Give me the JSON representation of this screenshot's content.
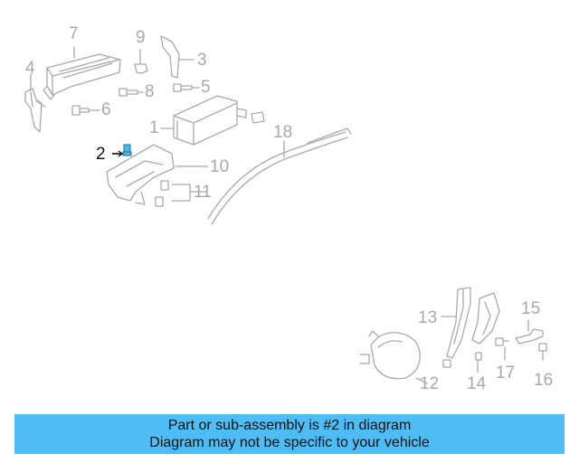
{
  "diagram": {
    "highlight_color": "#4fb8e8",
    "part_color": "#a9a9a9",
    "callouts": {
      "c1": "1",
      "c2": "2",
      "c3": "3",
      "c4": "4",
      "c5": "5",
      "c6": "6",
      "c7": "7",
      "c8": "8",
      "c9": "9",
      "c10": "10",
      "c11": "11",
      "c12": "12",
      "c13": "13",
      "c14": "14",
      "c15": "15",
      "c16": "16",
      "c17": "17",
      "c18": "18"
    },
    "highlighted_part": "2"
  },
  "banner": {
    "line1": "Part or sub-assembly is #2 in diagram",
    "line2": "Diagram may not be specific to your vehicle",
    "background": "#4fbdf5"
  }
}
